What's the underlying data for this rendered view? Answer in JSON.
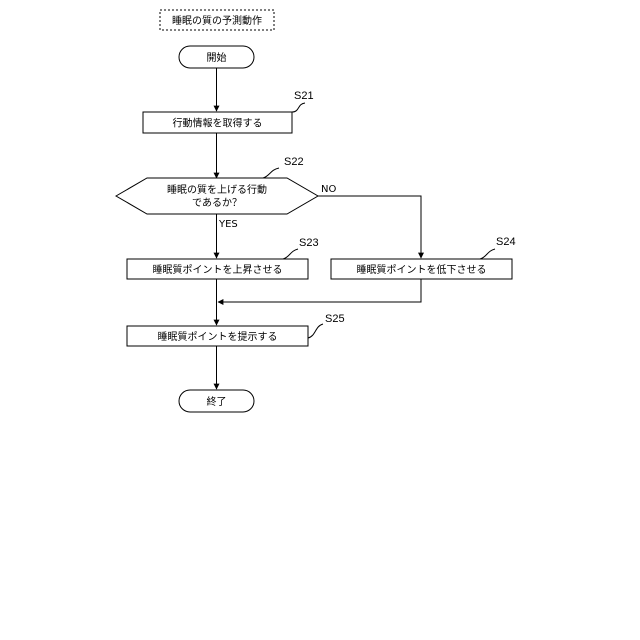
{
  "title": "睡眠の質の予測動作",
  "start": "開始",
  "end": "終了",
  "s21": {
    "step": "S21",
    "label": "行動情報を取得する"
  },
  "s22": {
    "step": "S22",
    "line1": "睡眠の質を上げる行動",
    "line2": "であるか？",
    "yes": "YES",
    "no": "NO"
  },
  "s23": {
    "step": "S23",
    "label": "睡眠質ポイントを上昇させる"
  },
  "s24": {
    "step": "S24",
    "label": "睡眠質ポイントを低下させる"
  },
  "s25": {
    "step": "S25",
    "label": "睡眠質ポイントを提示する"
  }
}
